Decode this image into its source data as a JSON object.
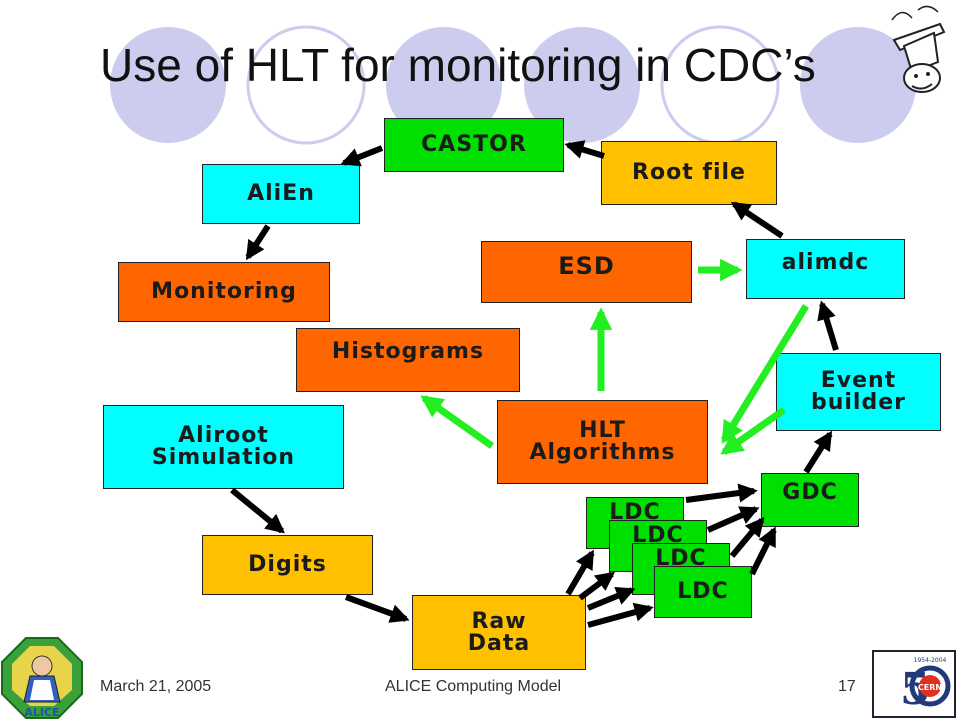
{
  "slide": {
    "title": "Use of HLT for monitoring in CDC’s",
    "footer_date": "March 21, 2005",
    "footer_center": "ALICE Computing Model",
    "page_number": "17"
  },
  "logos": {
    "alice_text": "ALICE",
    "cern_text": "CERN",
    "cern_years": "1954-2004",
    "cern_anniversary": "50"
  },
  "boxes": {
    "castor": "CASTOR",
    "root_file": "Root file",
    "alien": "AliEn",
    "monitoring": "Monitoring",
    "esd": "ESD",
    "alimdc": "alimdc",
    "histograms": "Histograms",
    "event_builder": "Event builder",
    "hlt": "HLT Algorithms",
    "aliroot": "Aliroot Simulation",
    "gdc": "GDC",
    "ldc": "LDC",
    "digits": "Digits",
    "raw_data": "Raw Data"
  },
  "colors": {
    "green": "#00e000",
    "yellow": "#ffc000",
    "cyan": "#00ffff",
    "orange": "#ff6600",
    "circle_fill": "#ccccee",
    "arrow_black": "#000000",
    "arrow_green": "#22ee22"
  }
}
